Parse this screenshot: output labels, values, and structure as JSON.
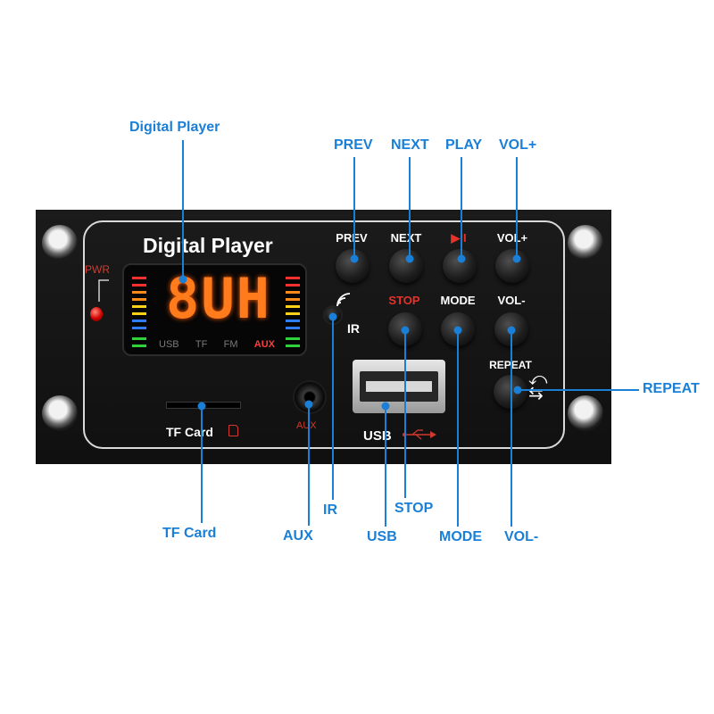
{
  "panel": {
    "brand": "Digital Player",
    "power_label": "PWR",
    "display_digits": "8UH",
    "display_modes": [
      "USB",
      "TF",
      "FM",
      "AUX"
    ],
    "display_active_mode": "AUX",
    "ir_label": "IR",
    "aux_label": "AUX",
    "usb_label": "USB",
    "tf_label": "TF Card",
    "buttons": {
      "prev": "PREV",
      "next": "NEXT",
      "play": "▶II",
      "vol_up": "VOL+",
      "stop": "STOP",
      "mode": "MODE",
      "vol_down": "VOL-",
      "repeat": "REPEAT"
    }
  },
  "callouts": {
    "digital_player": "Digital Player",
    "prev": "PREV",
    "next": "NEXT",
    "play": "PLAY",
    "vol_up": "VOL+",
    "repeat": "REPEAT",
    "tf_card": "TF Card",
    "aux": "AUX",
    "ir": "IR",
    "usb": "USB",
    "stop": "STOP",
    "mode": "MODE",
    "vol_down": "VOL-"
  },
  "colors": {
    "callout_text": "#1a7fd6",
    "panel": "#141414",
    "label_red": "#e5322a",
    "display_digits": "#ff7b1c"
  }
}
